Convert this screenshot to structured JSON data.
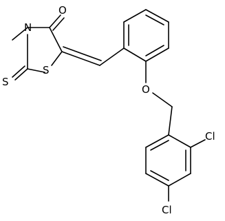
{
  "atoms": {
    "o_carbonyl": "O",
    "n_ring": "N",
    "s_ring": "S",
    "s_thioxo": "S",
    "o_ether": "O",
    "cl_ortho": "Cl",
    "cl_para": "Cl"
  },
  "colors": {
    "bond": "#000000",
    "label": "#000000",
    "background": "#ffffff"
  }
}
